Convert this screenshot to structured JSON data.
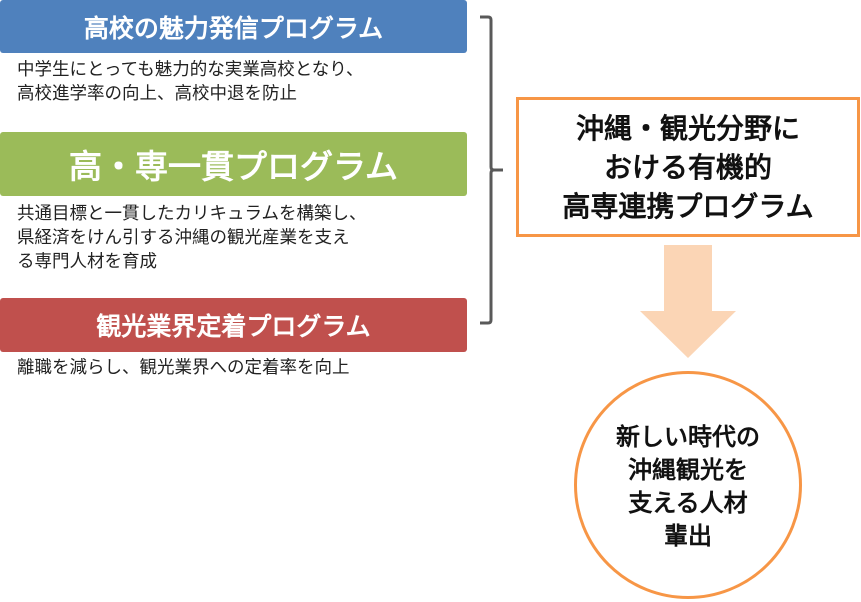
{
  "colors": {
    "blue": "#4f81bd",
    "green": "#9bbb59",
    "red": "#c0504d",
    "orange": "#f79646",
    "arrow": "#fbd5b5",
    "bracket": "#595959"
  },
  "programs": [
    {
      "title": "高校の魅力発信プログラム",
      "description": "中学生にとっても魅力的な実業高校となり、\n高校進学率の向上、高校中退を防止"
    },
    {
      "title": "高・専一貫プログラム",
      "description": "共通目標と一貫したカリキュラムを構築し、\n県経済をけん引する沖縄の観光産業を支え\nる専門人材を育成"
    },
    {
      "title": "観光業界定着プログラム",
      "description": "離職を減らし、観光業界への定着率を向上"
    }
  ],
  "collaboration": {
    "text": "沖縄・観光分野に\nおける有機的\n高専連携プログラム"
  },
  "outcome": {
    "text": "新しい時代の\n沖縄観光を\n支える人材\n輩出"
  }
}
